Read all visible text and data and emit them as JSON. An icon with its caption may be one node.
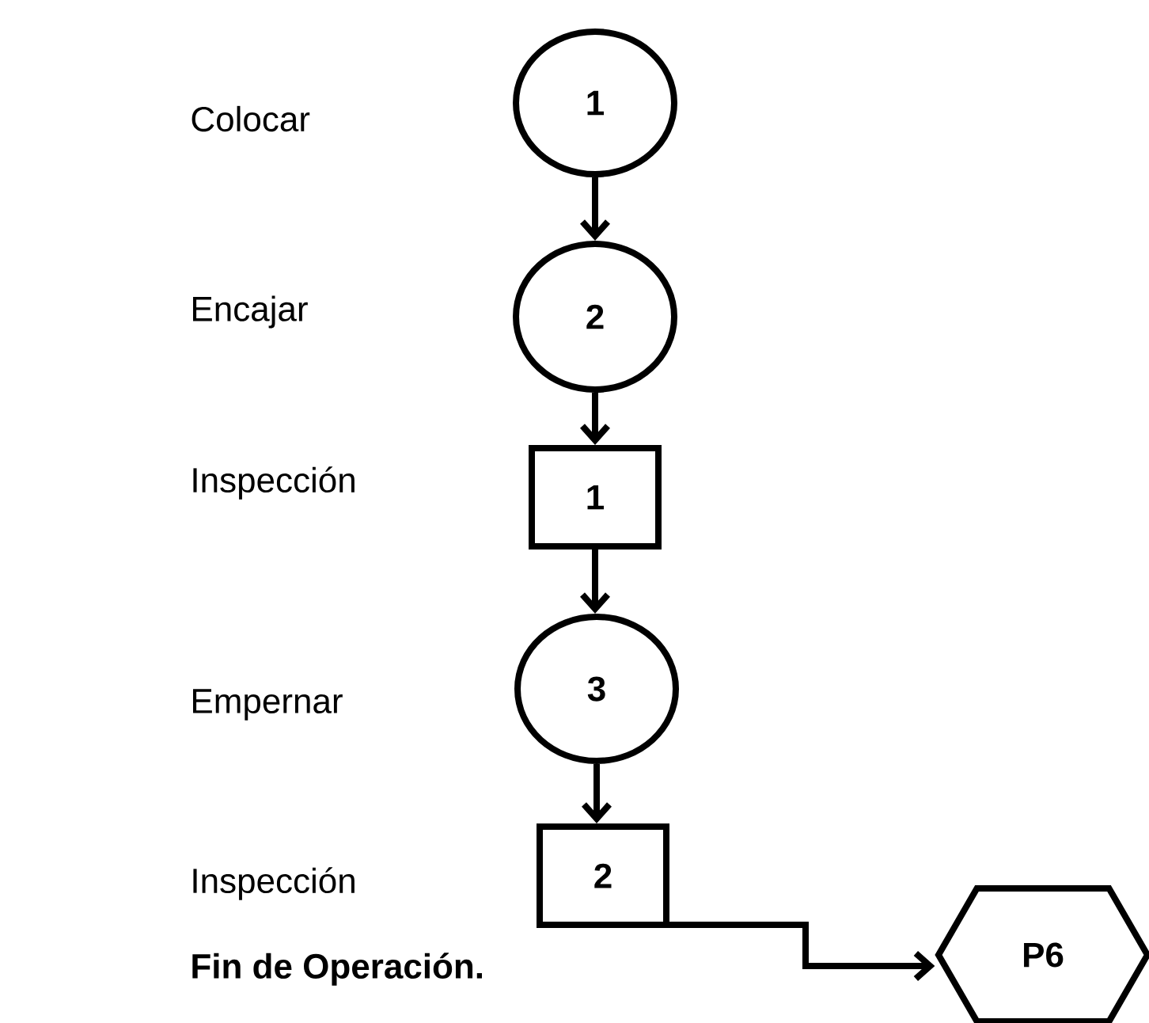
{
  "diagram": {
    "nodes": [
      {
        "text": [
          "1"
        ]
      },
      {
        "text": [
          "2"
        ]
      },
      {
        "text": [
          "1"
        ]
      },
      {
        "text": [
          "3"
        ]
      },
      {
        "text": [
          "2"
        ]
      },
      {
        "text": [
          "P6"
        ]
      }
    ],
    "edges": [
      {
        "from": 0,
        "to": 1,
        "arrow": "to"
      },
      {
        "from": 1,
        "to": 2,
        "arrow": "to"
      },
      {
        "from": 2,
        "to": 3,
        "arrow": "to"
      },
      {
        "from": 3,
        "to": 4,
        "arrow": "to"
      },
      {
        "from": 4,
        "to": 5,
        "arrow": "to"
      }
    ],
    "labels": [
      "Colocar",
      "Encajar",
      "Inspección",
      "Empernar",
      "Inspección",
      "Fin de Operación."
    ]
  }
}
